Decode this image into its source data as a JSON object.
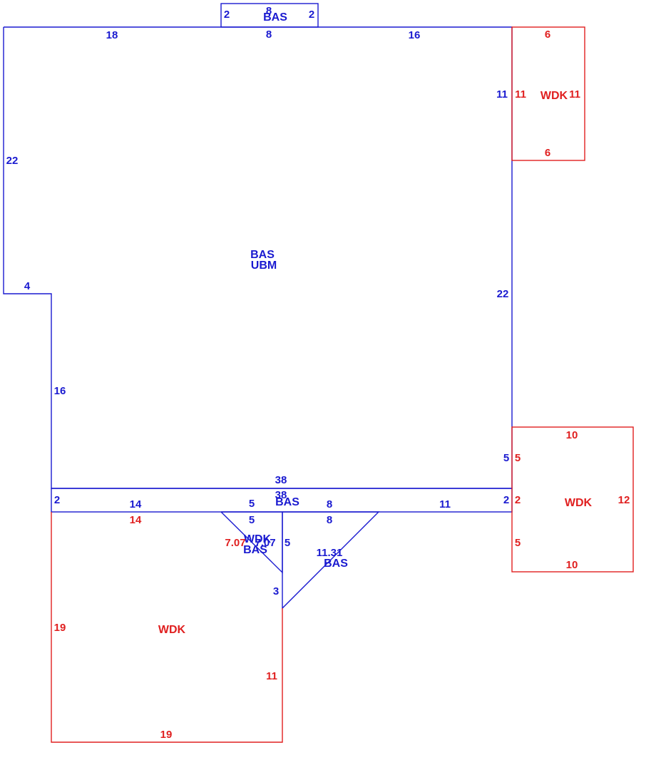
{
  "colors": {
    "dwelling": "#1a1ad0",
    "deck": "#e02020"
  },
  "areas": {
    "main_code": "BAS",
    "main_subcode": "UBM",
    "top_bump_code": "BAS",
    "porch_strip_code": "BAS",
    "triangle_left_deck_code": "WDK",
    "triangle_left_code": "BAS",
    "triangle_right_code": "BAS",
    "deck_upper_right_code": "WDK",
    "deck_lower_right_code": "WDK",
    "deck_bottom_left_code": "WDK"
  },
  "dimensions": {
    "top_bump_top": "8",
    "top_bump_bottom": "8",
    "top_bump_left": "2",
    "top_bump_right": "2",
    "main_top_left": "18",
    "main_top_right": "16",
    "main_left_upper": "22",
    "main_step": "4",
    "main_left_lower": "16",
    "main_right_upper": "11",
    "main_right_lower": "22",
    "main_right_bottom": "5",
    "main_bottom": "38",
    "strip_top": "38",
    "strip_left": "2",
    "strip_right": "2",
    "strip_bottom_14": "14",
    "strip_bottom_5": "5",
    "strip_bottom_8": "8",
    "strip_bottom_11": "11",
    "tri_left_top": "5",
    "tri_left_vertical": "5",
    "tri_left_diag": "7.07",
    "tri_left_diag_blue": "7.07",
    "tri_right_top": "8",
    "tri_right_diag": "11.31",
    "tri_right_vertical": "3",
    "deck_ur_top": "6",
    "deck_ur_left": "11",
    "deck_ur_right": "11",
    "deck_ur_bottom": "6",
    "deck_lr_top": "10",
    "deck_lr_left_upper": "5",
    "deck_lr_left_mid": "2",
    "deck_lr_left_lower": "5",
    "deck_lr_right": "12",
    "deck_lr_bottom": "10",
    "deck_bl_top": "14",
    "deck_bl_left": "19",
    "deck_bl_right": "11",
    "deck_bl_bottom": "19"
  }
}
